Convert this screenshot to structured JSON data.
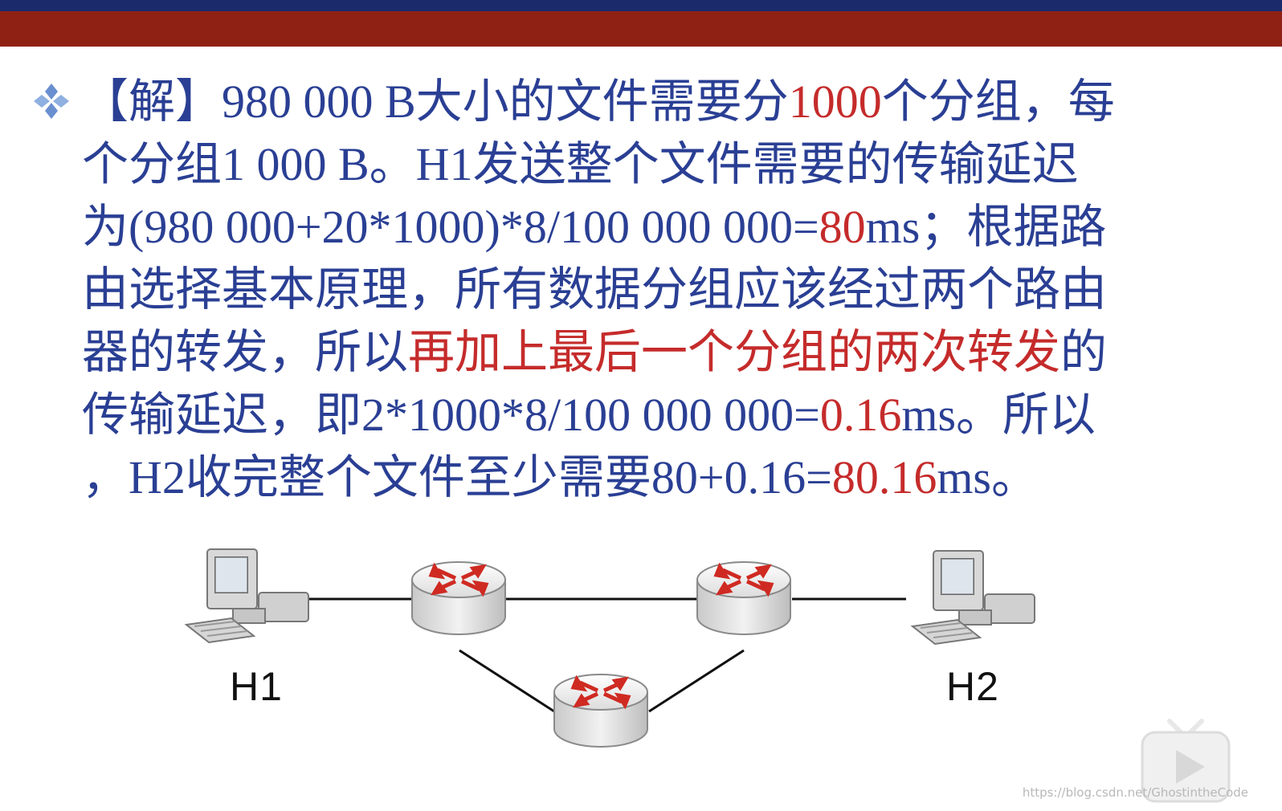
{
  "solution": {
    "lines": [
      [
        {
          "text": "【解】980 000 B大小的文件需要分",
          "hl": false
        },
        {
          "text": "1000",
          "hl": true
        },
        {
          "text": "个分组，每",
          "hl": false
        }
      ],
      [
        {
          "text": "个分组1 000 B。H1发送整个文件需要的传输延迟",
          "hl": false
        }
      ],
      [
        {
          "text": "为(980 000+20*1000)*8/100 000 000=",
          "hl": false
        },
        {
          "text": "80",
          "hl": true
        },
        {
          "text": "ms；根据路",
          "hl": false
        }
      ],
      [
        {
          "text": "由选择基本原理，所有数据分组应该经过两个路由",
          "hl": false
        }
      ],
      [
        {
          "text": "器的转发，所以",
          "hl": false
        },
        {
          "text": "再加上最后一个分组的两次转发",
          "hl": true
        },
        {
          "text": "的",
          "hl": false
        }
      ],
      [
        {
          "text": "传输延迟，即2*1000*8/100 000 000=",
          "hl": false
        },
        {
          "text": "0.16",
          "hl": true
        },
        {
          "text": "ms。所以",
          "hl": false
        }
      ],
      [
        {
          "text": "，H2收完整个文件至少需要80+0.16=",
          "hl": false
        },
        {
          "text": "80.16",
          "hl": true
        },
        {
          "text": "ms。",
          "hl": false
        }
      ]
    ]
  },
  "diagram": {
    "hosts": [
      {
        "label": "H1"
      },
      {
        "label": "H2"
      }
    ],
    "routers": [
      "router-left",
      "router-right",
      "router-bottom"
    ]
  },
  "watermark": "https://blog.csdn.net/GhostintheCode",
  "colors": {
    "text": "#2a3f94",
    "highlight": "#c52b2b",
    "header_top": "#1b2a6b",
    "header_red": "#8f2114"
  }
}
